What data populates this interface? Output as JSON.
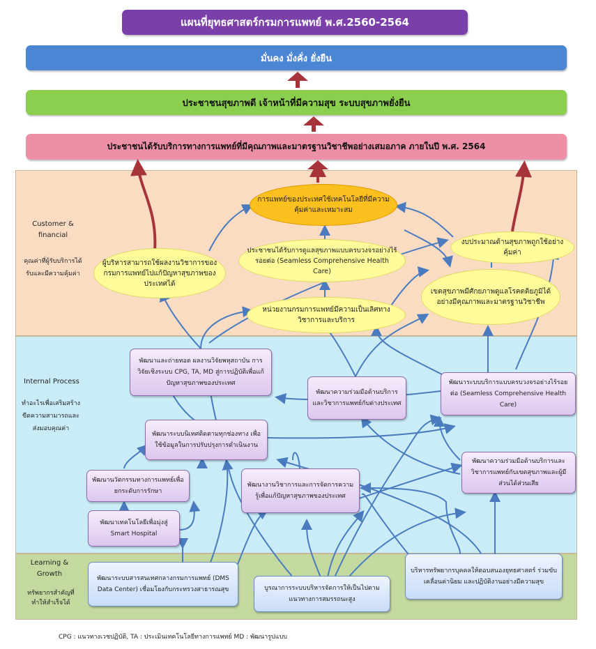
{
  "title": "แผนที่ยุทธศาสตร์กรมการแพทย์ พ.ศ.2560-2564",
  "vision": "มั่นคง มั่งคั่ง ยั่งยืน",
  "goal": "ประชาชนสุขภาพดี เจ้าหน้าที่มีความสุข ระบบสุขภาพยั่งยืน",
  "outcome": "ประชาชนได้รับบริการทางการแพทย์ที่มีคุณภาพและมาตรฐานวิชาชีพอย่างเสมอภาค ภายในปี พ.ศ. 2564",
  "zones": {
    "customer": {
      "title": "Customer & financial",
      "desc": "คุณค่าที่ผู้รับบริการได้รับและมีความคุ้มค่า"
    },
    "internal": {
      "title": "Internal Process",
      "desc": "ทำอะไรเพื่อเสริมสร้างขีดความสามารถและส่งมอบคุณค่า"
    },
    "learning": {
      "title": "Learning & Growth",
      "desc": "ทรัพยากรสำคัญที่ทำให้สำเร็จได้"
    }
  },
  "customer_items": {
    "tech": "การแพทย์ของประเทศใช้เทคโนโลยีที่มีความคุ้มค่าและเหมาะสม",
    "admin": "ผู้บริหารสามารถใช้ผลงานวิชาการของกรมการแพทย์ไปแก้ปัญหาสุขภาพของประเทศได้",
    "seamless": "ประชาชนได้รับการดูแลสุขภาพแบบครบวงจรอย่างไร้รอยต่อ (Seamless Comprehensive Health Care)",
    "budget": "งบประมาณด้านสุขภาพถูกใช้อย่างคุ้มค่า",
    "district": "เขตสุขภาพมีศักยภาพดูแลโรคตติยภูมิได้อย่างมีคุณภาพและมาตรฐานวิชาชีพ",
    "excellence": "หน่วยงานกรมการแพทย์มีความเป็นเลิศทางวิชาการและบริการ"
  },
  "process_items": {
    "research": "พัฒนาและถ่ายทอด ผลงานวิจัยพหุสถาบัน การวิจัยเชิงระบบ CPG, TA, MD สู่การปฏิบัติเพื่อแก้ปัญหาสุขภาพของประเทศ",
    "intl": "พัฒนาความร่วมมือด้านบริการและวิชาการแพทย์กับต่างประเทศ",
    "seamless_dev": "พัฒนาระบบบริการแบบครบวงจรอย่างไร้รอยต่อ (Seamless Comprehensive Health Care)",
    "monitor": "พัฒนาระบบนิเทศติดตามทุกช่องทาง เพื่อใช้ข้อมูลในการปรับปรุงการดำเนินงาน",
    "collab": "พัฒนาความร่วมมือด้านบริการและวิชาการแพทย์กับเขตสุขภาพและผู้มีส่วนได้ส่วนเสีย",
    "innovation": "พัฒนานวัตกรรมทางการแพทย์เพื่อยกระดับการรักษา",
    "academic": "พัฒนางานวิชาการและการจัดการความรู้เพื่อแก้ปัญหาสุขภาพของประเทศ",
    "smart": "พัฒนาเทคโนโลยีเพื่อมุ่งสู่ Smart Hospital"
  },
  "learning_items": {
    "dms": "พัฒนาระบบสารสนเทศกลางกรมการแพทย์ (DMS Data Center) เชื่อมโยงกับกระทรวงสาธารณสุข",
    "management": "บูรณาการระบบบริหารจัดการให้เป็นไปตามแนวทางการสมรรถนะสูง",
    "hr": "บริหารทรัพยากรบุคคลให้ตอบสนองยุทธศาสตร์ ร่วมขับเคลื่อนค่านิยม และปฏิบัติงานอย่างมีความสุข"
  },
  "footnote": "CPG : แนวทางเวชปฏิบัติ,  TA : ประเมินเทคโนโลยีทางการแพทย์   MD : พัฒนารูปแบบ",
  "colors": {
    "title_bg": "#7a3fa8",
    "vision_bg": "#4a86d4",
    "goal_bg": "#8ccf4e",
    "outcome_bg": "#ee8fa8",
    "customer_zone": "#fadcc3",
    "internal_zone": "#c9ecf7",
    "learning_zone": "#c4d9a0",
    "up_arrow": "#a6343a",
    "link": "#4a7bbf"
  }
}
